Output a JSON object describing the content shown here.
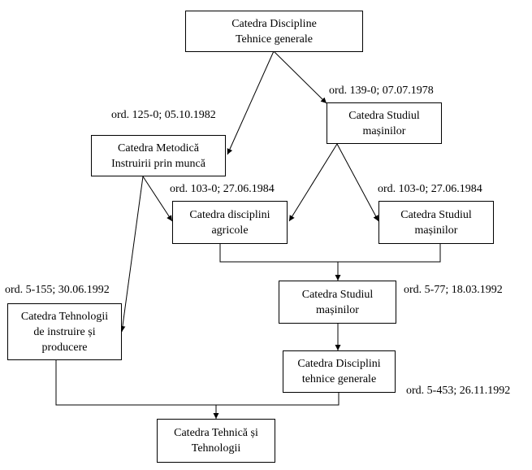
{
  "nodes": {
    "n1": [
      "Catedra Discipline",
      "Tehnice generale"
    ],
    "n2": [
      "Catedra Metodică",
      "Instruirii prin muncă"
    ],
    "n3": [
      "Catedra Studiul",
      "mașinilor"
    ],
    "n4": [
      "Catedra disciplini",
      "agricole"
    ],
    "n5": [
      "Catedra Studiul",
      "mașinilor"
    ],
    "n6": [
      "Catedra Studiul",
      "mașinilor"
    ],
    "n7": [
      "Catedra Tehnologii",
      "de instruire și",
      "producere"
    ],
    "n8": [
      "Catedra Disciplini",
      "tehnice generale"
    ],
    "n9": [
      "Catedra Tehnică și",
      "Tehnologii"
    ]
  },
  "labels": {
    "ord_139": "ord. 139-0; 07.07.1978",
    "ord_125": "ord. 125-0; 05.10.1982",
    "ord_103_left": "ord. 103-0; 27.06.1984",
    "ord_103_right": "ord. 103-0; 27.06.1984",
    "ord_5_155": "ord. 5-155; 30.06.1992",
    "ord_5_77": "ord. 5-77; 18.03.1992",
    "ord_5_453": "ord. 5-453; 26.11.1992"
  }
}
